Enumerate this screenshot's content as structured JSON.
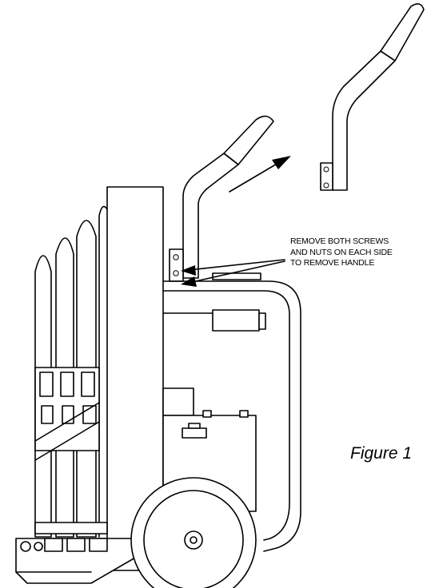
{
  "callout": {
    "lines": [
      "REMOVE BOTH SCREWS",
      "AND NUTS ON EACH SIDE",
      "TO REMOVE HANDLE"
    ]
  },
  "figure_label": "Figure 1",
  "colors": {
    "ink": "#000000",
    "paper": "#ffffff"
  }
}
